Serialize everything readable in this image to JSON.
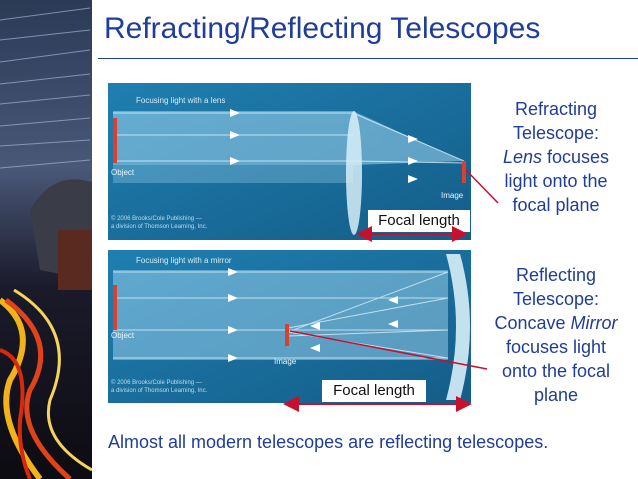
{
  "title": "Refracting/Reflecting Telescopes",
  "panels": {
    "refracting": {
      "header": "Focusing light with a lens",
      "object_label": "Object",
      "image_label": "Image",
      "focal_length": "Focal length",
      "credit_1": "© 2006 Brooks/Cole Publishing —",
      "credit_2": "a division of Thomson Learning, Inc."
    },
    "reflecting": {
      "header": "Focusing light with a mirror",
      "object_label": "Object",
      "image_label": "Image",
      "focal_length": "Focal length",
      "credit_1": "© 2006 Brooks/Cole Publishing —",
      "credit_2": "a division of Thomson Learning, Inc."
    }
  },
  "captions": {
    "refracting": {
      "line1": "Refracting",
      "line2": "Telescope:",
      "line3_em": "Lens",
      "line3_rest": " focuses",
      "line4": "light onto the",
      "line5": "focal plane"
    },
    "reflecting": {
      "line1": "Reflecting",
      "line2": "Telescope:",
      "line3_rest": "Concave ",
      "line3_em": "Mirror",
      "line4": "focuses light",
      "line5": "onto the focal",
      "line6": "plane"
    }
  },
  "bottom_text": "Almost all modern telescopes are reflecting telescopes.",
  "colors": {
    "title": "#1f3d99",
    "panel_bg": "#1b6f9e",
    "arrow": "#c8102e"
  }
}
